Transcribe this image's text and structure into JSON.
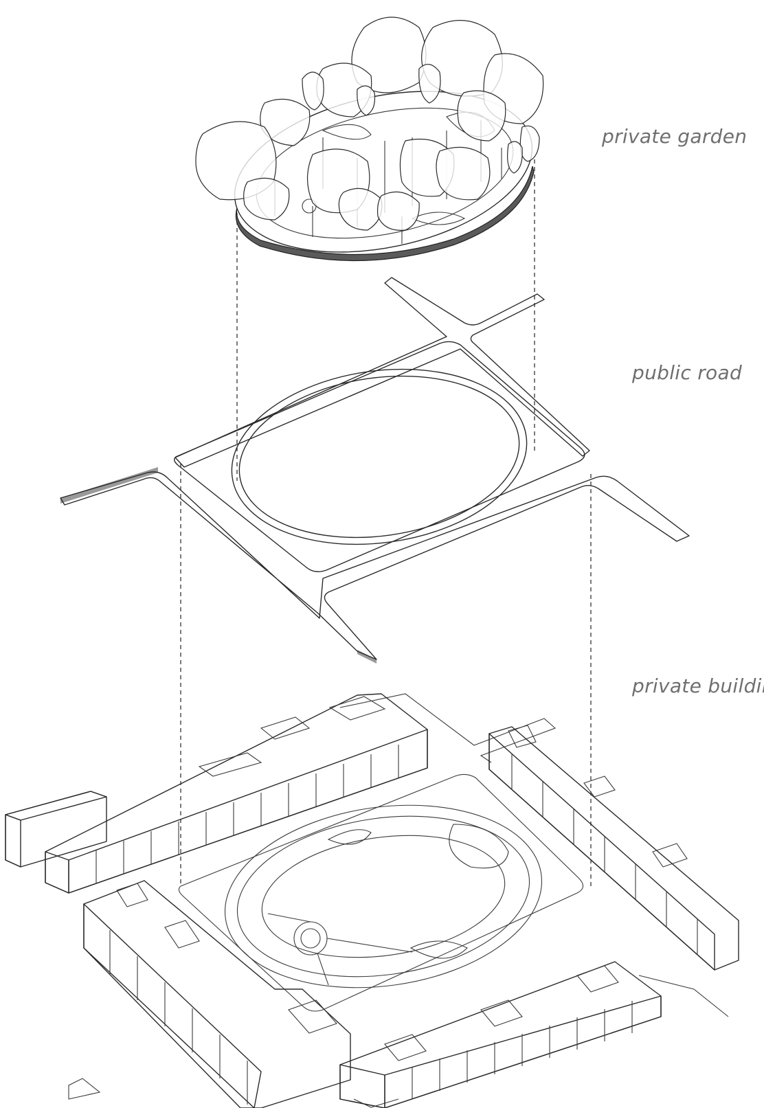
{
  "layers": {
    "garden": {
      "label": "private  garden"
    },
    "road": {
      "label": "public road"
    },
    "building": {
      "label": "private building"
    }
  }
}
